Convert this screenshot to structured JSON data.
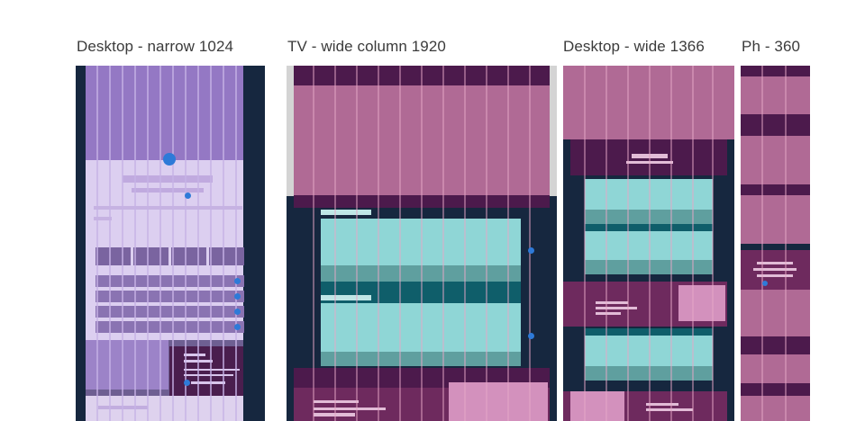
{
  "frames": [
    {
      "title": "Desktop - narrow 1024"
    },
    {
      "title": "TV - wide column 1920"
    },
    {
      "title": "Desktop - wide 1366"
    },
    {
      "title": "Ph - 360"
    }
  ],
  "palette": {
    "navy": "#16273f",
    "lavender": "#9b7fc8",
    "light_lavender": "#d9ccee",
    "plum": "#4c1a4c",
    "mauve": "#b06a95",
    "pink": "#d391bd",
    "teal": "#8fd6d6",
    "dark_teal": "#0f5e6a",
    "blue_dot": "#2e7ad8"
  }
}
